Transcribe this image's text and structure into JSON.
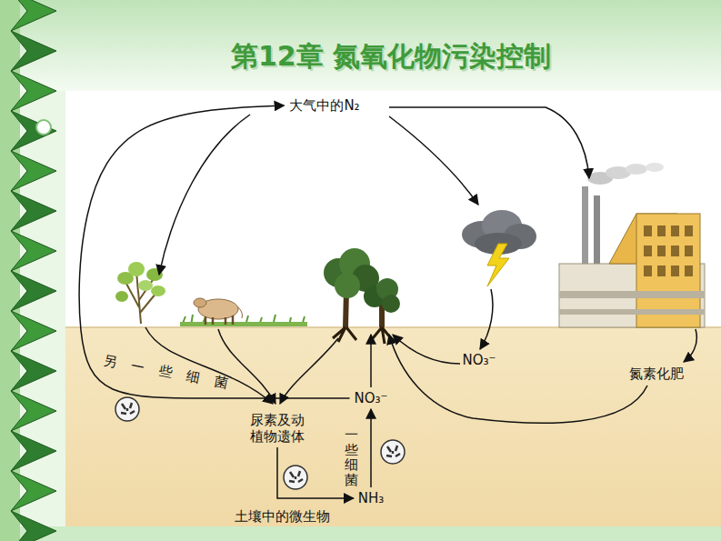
{
  "diagram": {
    "title": "第12章 氮氧化物污染控制",
    "nodes": [
      {
        "text": [
          "大气中的N₂"
        ]
      },
      {
        "text": [
          "NO₃⁻"
        ]
      },
      {
        "text": [
          "氮素化肥"
        ]
      },
      {
        "text": [
          "NO₃⁻"
        ]
      },
      {
        "text": [
          "尿素及动植物遗体"
        ]
      },
      {
        "text": [
          "NH₃"
        ]
      }
    ],
    "edges": [
      {
        "from": 3,
        "to": 0,
        "arrow": "to"
      },
      {
        "from": 4,
        "to": 5,
        "arrow": "to"
      },
      {
        "from": 5,
        "to": 3,
        "arrow": "to"
      }
    ],
    "labels": [
      "另一些细菌",
      "一些细菌",
      "土壤中的微生物"
    ]
  }
}
